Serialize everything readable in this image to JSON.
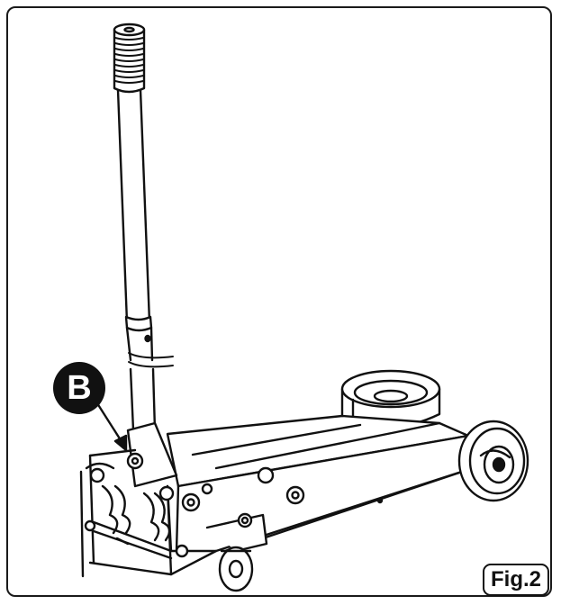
{
  "figure": {
    "label": "Fig.2",
    "callout": "B"
  },
  "colors": {
    "line": "#111111",
    "background": "#ffffff",
    "callout_fill": "#111111"
  },
  "icons": [
    "floor-jack-illustration",
    "arrow-pointer"
  ]
}
